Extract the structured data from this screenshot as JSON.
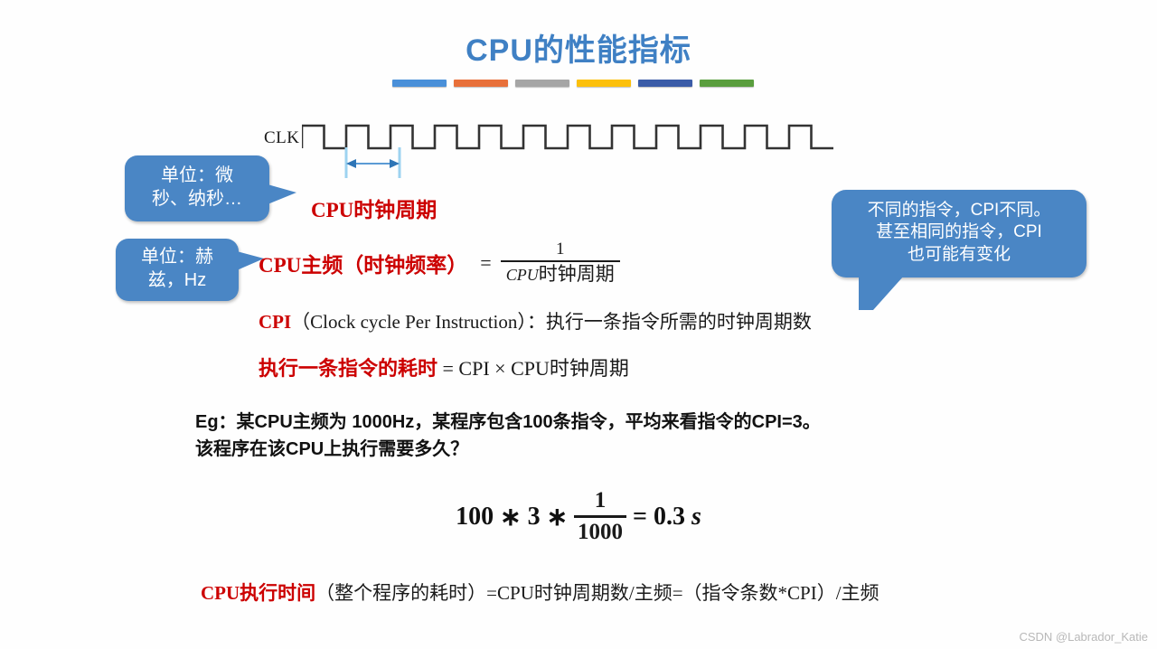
{
  "slide": {
    "title": "CPU的性能指标",
    "title_color": "#3f80c4",
    "background": "#fefefe",
    "accent_red": "#cc0000",
    "callout_blue": "#4a86c5"
  },
  "decor_bars": [
    {
      "name": "bar-blue",
      "color": "#4a90d9"
    },
    {
      "name": "bar-orange",
      "color": "#e8703a"
    },
    {
      "name": "bar-gray",
      "color": "#a6a6a6"
    },
    {
      "name": "bar-yellow",
      "color": "#fcc00c"
    },
    {
      "name": "bar-darkblue",
      "color": "#3b5ca8"
    },
    {
      "name": "bar-green",
      "color": "#5a9e3e"
    }
  ],
  "waveform": {
    "signal_label": "CLK",
    "pulse_count": 12,
    "period_annotation": "CPU时钟周期",
    "marker_color": "#2e75b6",
    "guide_color": "#9dd3f0"
  },
  "callouts": {
    "unit_time": {
      "line1": "单位：微",
      "line2": "秒、纳秒…"
    },
    "unit_hz": {
      "line1": "单位：赫",
      "line2": "兹，Hz"
    },
    "cpi_note": {
      "line1": "不同的指令，CPI不同。",
      "line2": "甚至相同的指令，CPI",
      "line3": "也可能有变化"
    }
  },
  "body": {
    "clock_cycle_label": "CPU时钟周期",
    "frequency": {
      "lhs": "CPU主频（时钟频率）",
      "equals": "=",
      "numerator": "1",
      "denominator_italic": "CPU",
      "denominator_rest": "时钟周期"
    },
    "cpi": {
      "abbrev": "CPI",
      "expansion": "（Clock cycle Per Instruction）：执行一条指令所需的时钟周期数"
    },
    "instruction_time": {
      "lhs": "执行一条指令的耗时",
      "rhs": " = CPI × CPU时钟周期"
    },
    "example": {
      "line1": "Eg：某CPU主频为 1000Hz，某程序包含100条指令，平均来看指令的CPI=3。",
      "line2": "该程序在该CPU上执行需要多久？"
    },
    "example_formula": {
      "factor1": "100",
      "op1": "∗",
      "factor2": "3",
      "op2": "∗",
      "numerator": "1",
      "denominator": "1000",
      "equals": "=",
      "result": "0.3",
      "unit": "s"
    },
    "cpu_exec_time": {
      "lhs": "CPU执行时间",
      "rhs": "（整个程序的耗时）=CPU时钟周期数/主频=（指令条数*CPI）/主频"
    }
  },
  "watermark": "CSDN @Labrador_Katie"
}
